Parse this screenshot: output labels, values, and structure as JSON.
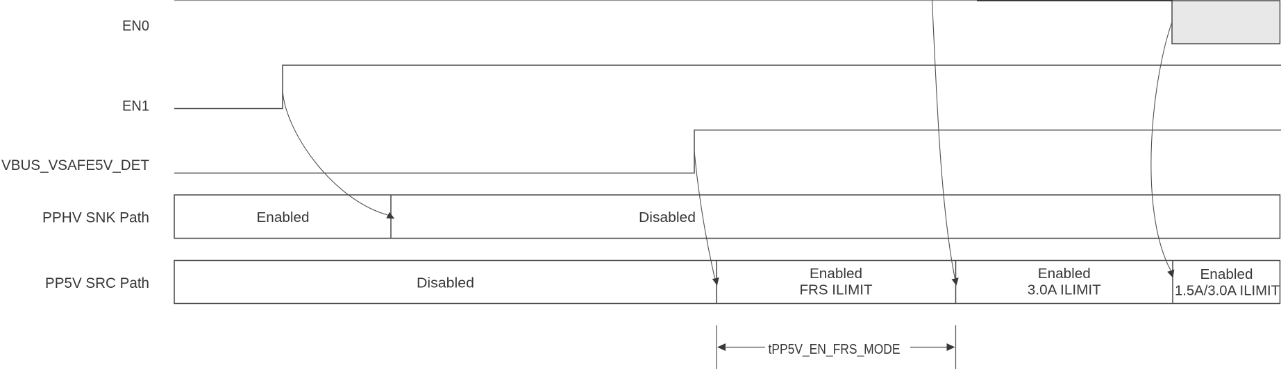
{
  "diagram": {
    "type": "timing-diagram",
    "colors": {
      "background": "#ffffff",
      "line": "#4a4a4a",
      "text": "#373737",
      "dont_care_fill": "#e8e8e8"
    },
    "signals": {
      "en0": {
        "label": "EN0"
      },
      "en1": {
        "label": "EN1"
      },
      "vbus_vsafe5v_det": {
        "label": "VBUS_VSAFE5V_DET"
      },
      "pphv_snk_path": {
        "label": "PPHV SNK Path",
        "segments": {
          "enabled": "Enabled",
          "disabled": "Disabled"
        }
      },
      "pp5v_src_path": {
        "label": "PP5V SRC Path",
        "segments": {
          "disabled": "Disabled",
          "frs_line1": "Enabled",
          "frs_line2": "FRS ILIMIT",
          "a30_line1": "Enabled",
          "a30_line2": "3.0A ILIMIT",
          "a15_line1": "Enabled",
          "a15_line2": "1.5A/3.0A ILIMIT"
        }
      }
    },
    "timing": {
      "tpp5v_en_frs_mode": "tPP5V_EN_FRS_MODE"
    }
  }
}
